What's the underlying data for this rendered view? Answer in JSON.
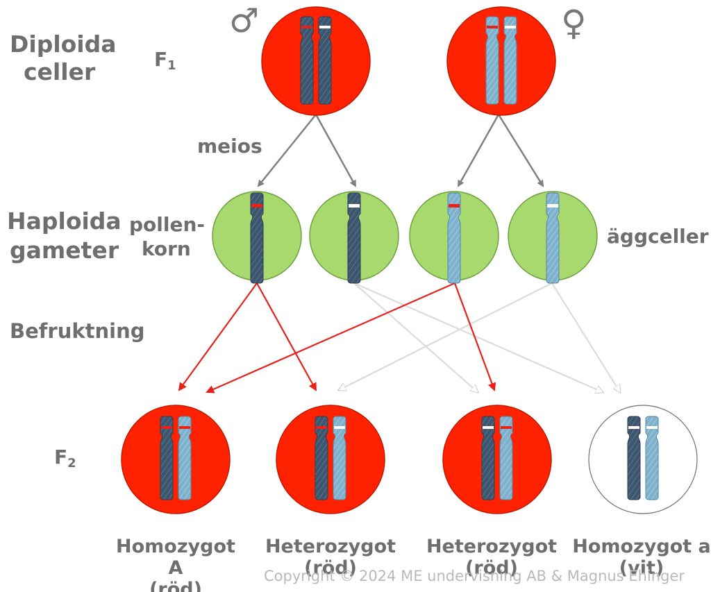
{
  "labels": {
    "diploida": [
      "Diploida",
      "celler"
    ],
    "f1": "F",
    "f1_sub": "1",
    "meios": "meios",
    "haploida": [
      "Haploida",
      "gameter"
    ],
    "pollen": [
      "pollen-",
      "korn"
    ],
    "aggceller": "äggceller",
    "befruktning": "Befruktning",
    "f2": "F",
    "f2_sub": "2",
    "male_symbol": "♂",
    "female_symbol": "♀"
  },
  "offspring": [
    {
      "line1": "Homozygot A",
      "line2": "(röd)"
    },
    {
      "line1": "Heterozygot",
      "line2": "(röd)"
    },
    {
      "line1": "Heterozygot",
      "line2": "(röd)"
    },
    {
      "line1": "Homozygot a",
      "line2": "(vit)"
    }
  ],
  "copyright": "Copyright © 2024 ME undervisning AB & Magnus Ehinger",
  "colors": {
    "red_cell": "#ff2200",
    "green_cell": "#a8d96e",
    "dark_chromosome": "#3e556e",
    "light_chromosome": "#7fb1cc",
    "red_arrow": "#e8201a",
    "grey_arrow": "#808080",
    "pale_arrow": "#dcdcdc",
    "text": "#6e6e6e"
  }
}
